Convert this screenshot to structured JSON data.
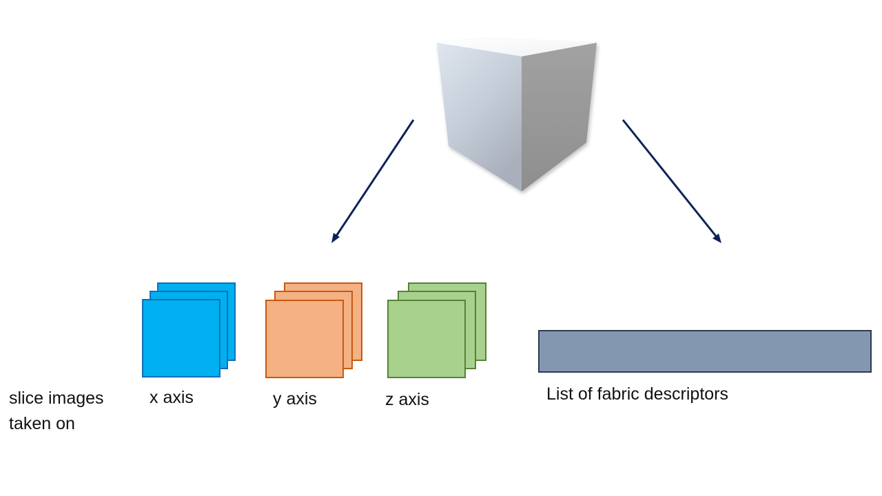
{
  "labels": {
    "slice_caption": "slice images taken on",
    "x_axis": "x axis",
    "y_axis": "y axis",
    "z_axis": "z axis",
    "descriptors": "List of fabric descriptors"
  },
  "colors": {
    "arrow": "#0d2257",
    "blue_fill": "#00b0f0",
    "blue_stroke": "#0f6fb8",
    "orange_fill": "#f4b183",
    "orange_stroke": "#c55a11",
    "green_fill": "#a9d18e",
    "green_stroke": "#548235",
    "bar_fill": "#8497b0",
    "bar_stroke": "#2e3a4e"
  },
  "icons": {
    "source": "cube-icon"
  }
}
